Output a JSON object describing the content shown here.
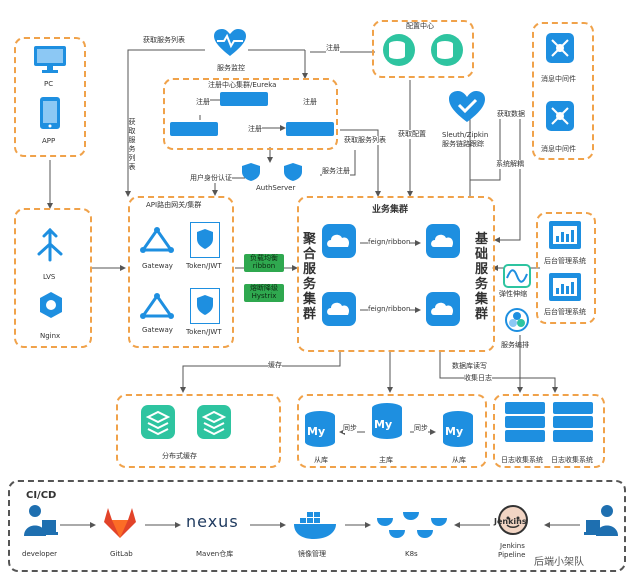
{
  "clients": {
    "pc": "PC",
    "app": "APP"
  },
  "lb": {
    "lvs": "LVS",
    "nginx": "Nginx"
  },
  "monitor": {
    "label": "服务监控",
    "get_list_top": "获取服务列表",
    "get_list_left": "获取服务列表"
  },
  "registry": {
    "title": "注册中心集群/Eureka",
    "reg1": "注册",
    "reg2": "注册",
    "reg3": "注册",
    "reg_top": "注册"
  },
  "config": {
    "title": "配置中心",
    "get_config": "获取配置"
  },
  "auth": {
    "label": "AuthServer",
    "user_auth": "用户身份认证",
    "service_reg": "服务注册",
    "get_list": "获取服务列表"
  },
  "gateway": {
    "title": "API路由网关/集群",
    "gw1": "Gateway",
    "gw2": "Gateway",
    "tok1": "Token/JWT",
    "tok2": "Token/JWT"
  },
  "lb_tags": {
    "lb1": "负载均衡",
    "lb2": "ribbon",
    "cb1": "熔断降级",
    "cb2": "Hystrix"
  },
  "business": {
    "title": "业务集群",
    "agg": "聚合服务集群",
    "base": "基础服务集群",
    "feign1": "feign/ribbon",
    "feign2": "feign/ribbon"
  },
  "sleuth": {
    "l1": "Sleuth/Zipkin",
    "l2": "服务链路跟踪",
    "get_data": "获取数据",
    "decouple": "系统解耦"
  },
  "mq": {
    "m1": "消息中间件",
    "m2": "消息中间件"
  },
  "admin": {
    "a1": "后台管理系统",
    "a2": "后台管理系统"
  },
  "elastic": {
    "scale": "弹性伸缩",
    "orch": "服务编排"
  },
  "cache": {
    "title": "分布式缓存",
    "tag": "缓存"
  },
  "db": {
    "slave1": "从库",
    "master": "主库",
    "slave2": "从库",
    "sync1": "同步",
    "sync2": "同步",
    "rw": "数据库读写",
    "my": "My"
  },
  "logs": {
    "l1": "日志收集系统",
    "l2": "日志收集系统",
    "collect": "收集日志"
  },
  "cicd": {
    "title": "CI/CD",
    "developer": "developer",
    "gitlab": "GitLab",
    "nexus": "nexus",
    "maven": "Maven仓库",
    "mirror": "镜像管理",
    "k8s": "K8s",
    "jenkins_logo": "Jenkins",
    "jenkins": "Jenkins",
    "pipeline": "Pipeline"
  },
  "watermark": "后端小架队",
  "colors": {
    "accent": "#f0a24a",
    "blue": "#1e8fe0",
    "green": "#2fa84f",
    "teal": "#2ec4a0"
  }
}
